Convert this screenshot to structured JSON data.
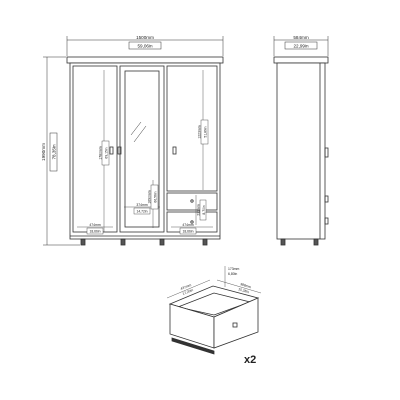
{
  "front": {
    "width_mm": "1500mm",
    "width_in": "59,06in",
    "height_mm": "1990mm",
    "height_in": "78,35in",
    "door_hanger_mm": "1780mm",
    "door_hanger_in": "69,15in",
    "right_upper_mm": "1223mm",
    "right_upper_in": "51,89in",
    "mirror_mm": "1690mm",
    "mirror_in": "66,56in",
    "left_shelf_mm": "474mm",
    "left_shelf_in": "18,66in",
    "center_shelf_mm": "374mm",
    "center_shelf_in": "14,72in",
    "drawer_gap_mm": "221mm",
    "drawer_gap_in": "8,70in",
    "right_shelf_mm": "474mm",
    "right_shelf_in": "18,66in"
  },
  "side": {
    "depth_mm": "584mm",
    "depth_in": "22,99in"
  },
  "drawer": {
    "height_mm": "173mm",
    "height_in": "6,80in",
    "width_mm": "437mm",
    "width_in": "17,20in",
    "depth_mm": "388mm",
    "depth_in": "15,28in",
    "quantity": "x2"
  }
}
